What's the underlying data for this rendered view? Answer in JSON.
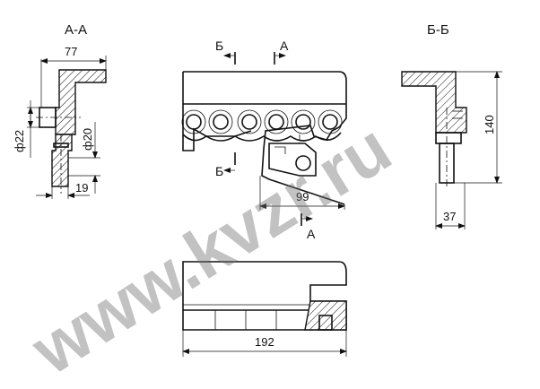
{
  "sections": {
    "aa_title": "А-А",
    "bb_title": "Б-Б",
    "cut_b": "Б",
    "cut_a": "А"
  },
  "dimensions": {
    "d77": "77",
    "d22": "ф22",
    "d20": "ф20",
    "d19": "19",
    "d99": "99",
    "d140": "140",
    "d37": "37",
    "d192": "192"
  },
  "watermark": {
    "text": "www.kvzr.ru"
  },
  "colors": {
    "line": "#111111",
    "watermark": "#8a8a8a"
  }
}
